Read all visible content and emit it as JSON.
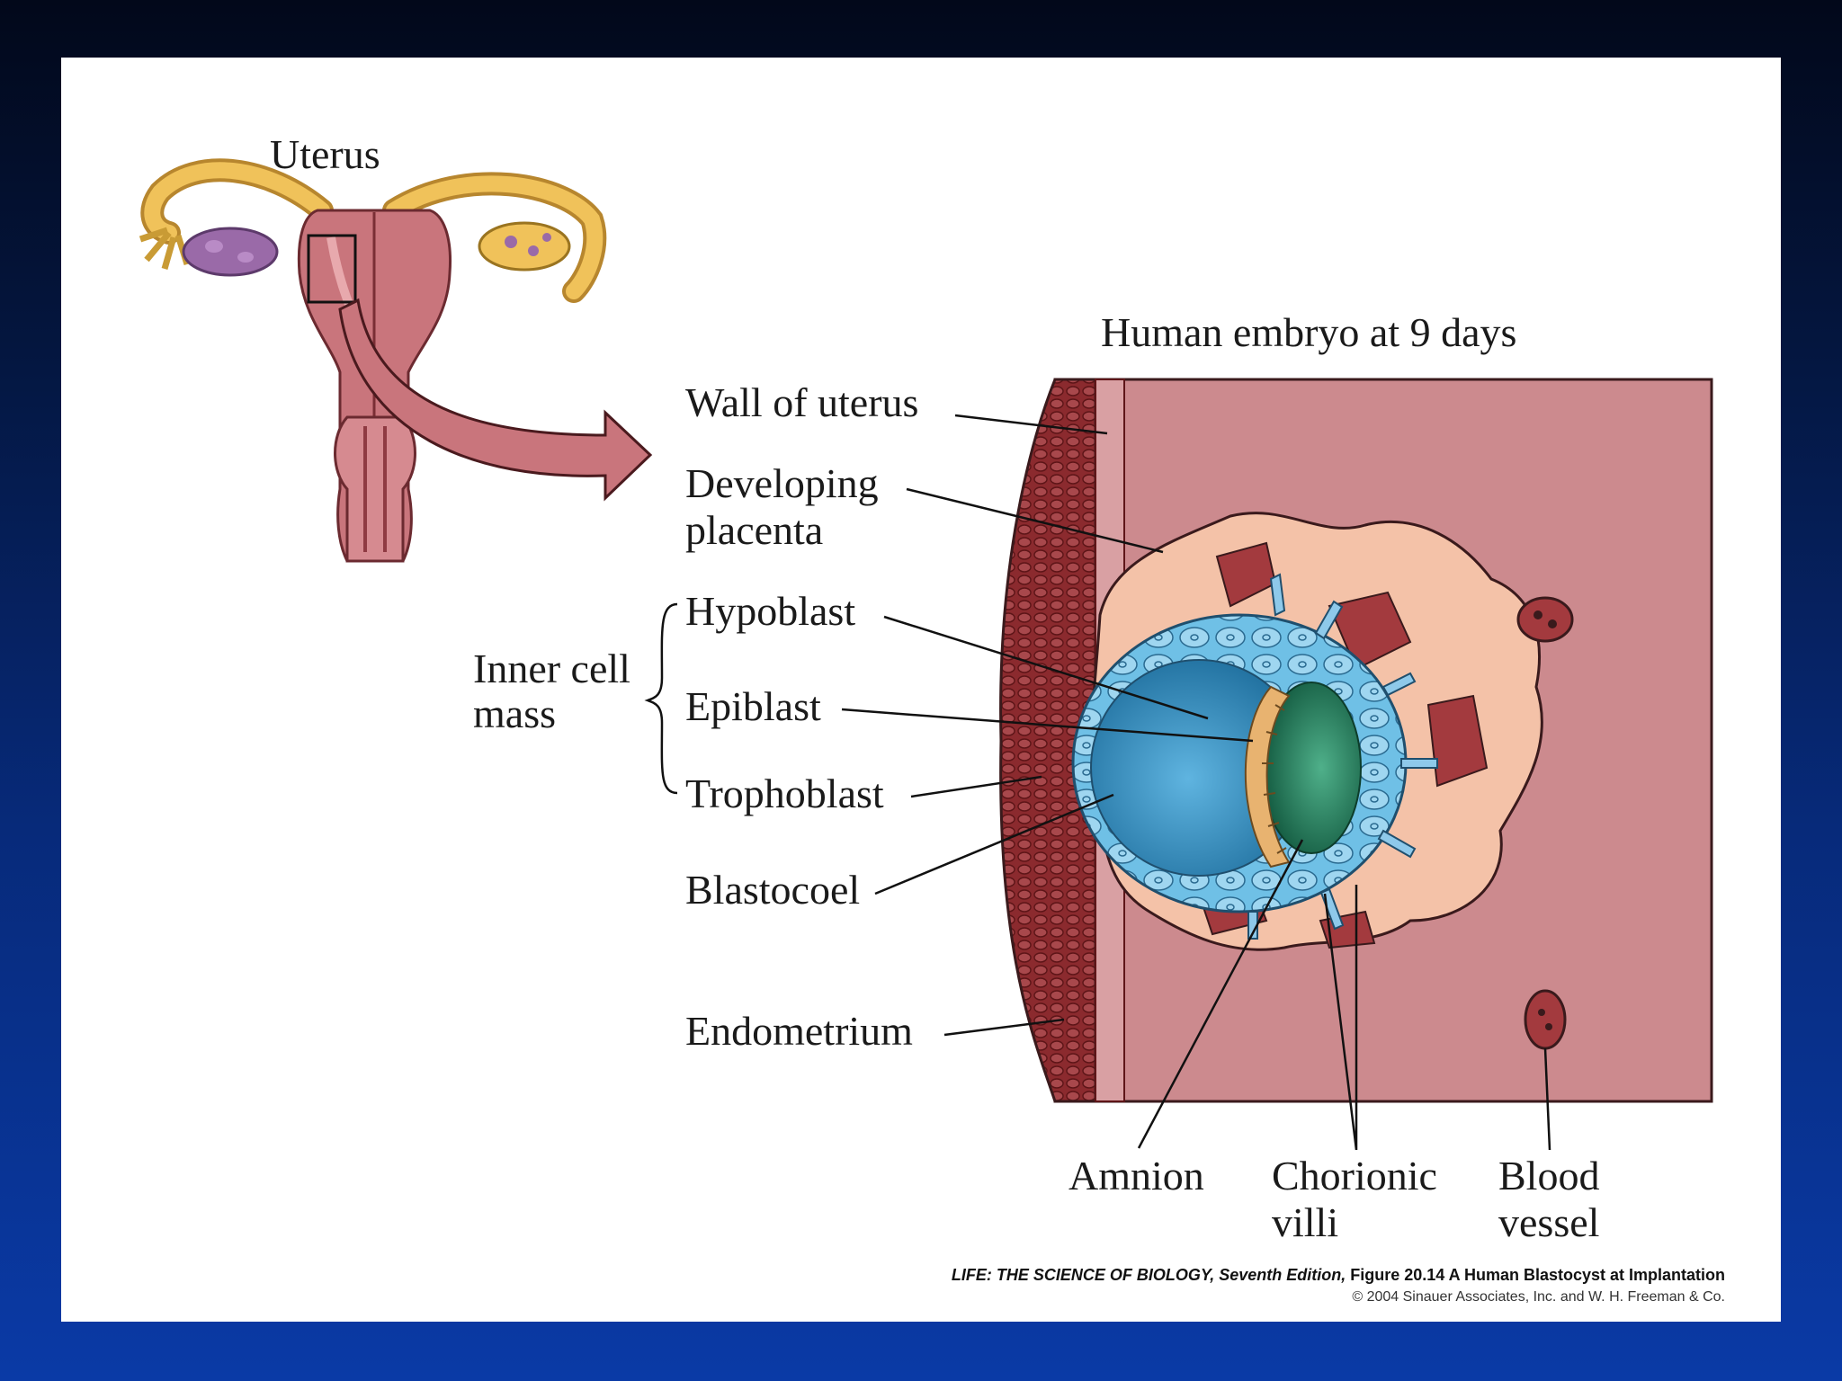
{
  "labels": {
    "uterus": "Uterus",
    "title": "Human embryo at 9 days",
    "wall_of_uterus": "Wall of uterus",
    "developing_placenta_1": "Developing",
    "developing_placenta_2": "placenta",
    "inner_cell_1": "Inner cell",
    "inner_cell_2": "mass",
    "hypoblast": "Hypoblast",
    "epiblast": "Epiblast",
    "trophoblast": "Trophoblast",
    "blastocoel": "Blastocoel",
    "endometrium": "Endometrium",
    "amnion": "Amnion",
    "chorionic_1": "Chorionic",
    "chorionic_2": "villi",
    "blood_1": "Blood",
    "blood_2": "vessel"
  },
  "credit": {
    "book": "LIFE: THE SCIENCE OF BIOLOGY",
    "edition": ", Seventh Edition,",
    "figure": " Figure 20.14 A Human Blastocyst at Implantation",
    "copyright": "© 2004 Sinauer Associates, Inc. and W. H. Freeman & Co."
  },
  "colors": {
    "uterine_wall": "#cc8a8e",
    "endometrium": "#8b2a2e",
    "placenta": "#f4c2a8",
    "trophoblast": "#8ec9ea",
    "blastocoel": "#3a8fbf",
    "epiblast": "#e8b370",
    "amnion_cavity": "#1f7a5a",
    "blood_vessel": "#a33a3e"
  }
}
